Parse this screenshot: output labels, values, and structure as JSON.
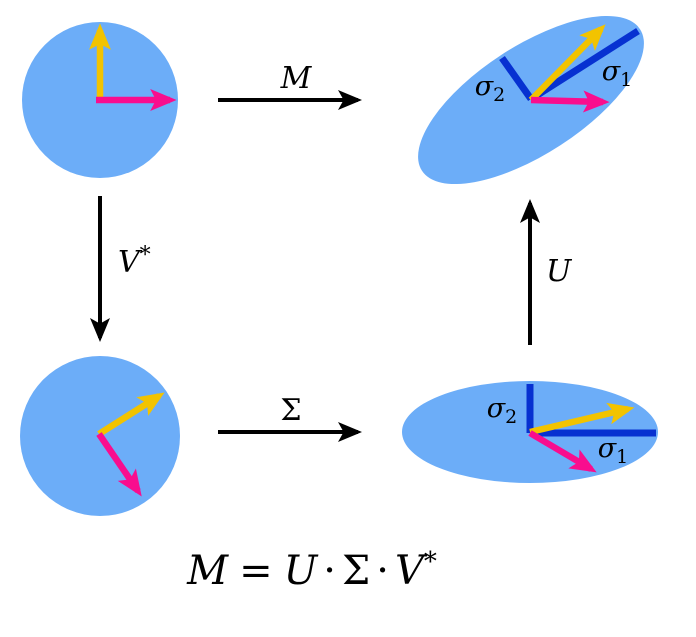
{
  "colors": {
    "background": "#ffffff",
    "disk": "#6CADF8",
    "vector1": "#F2C300",
    "vector2": "#F90D8E",
    "axis": "#0731D1",
    "arrow": "#000000"
  },
  "maps": {
    "m": "M",
    "v": "V",
    "v_sup": "*",
    "u": "U",
    "sigma": "Σ"
  },
  "axes": {
    "sigma": "σ",
    "sub1": "1",
    "sub2": "2"
  },
  "formula": {
    "lhs": "M",
    "equals": "=",
    "u": "U",
    "cdot1": "·",
    "sigma": "Σ",
    "cdot2": "·",
    "v": "V",
    "star": "*"
  }
}
